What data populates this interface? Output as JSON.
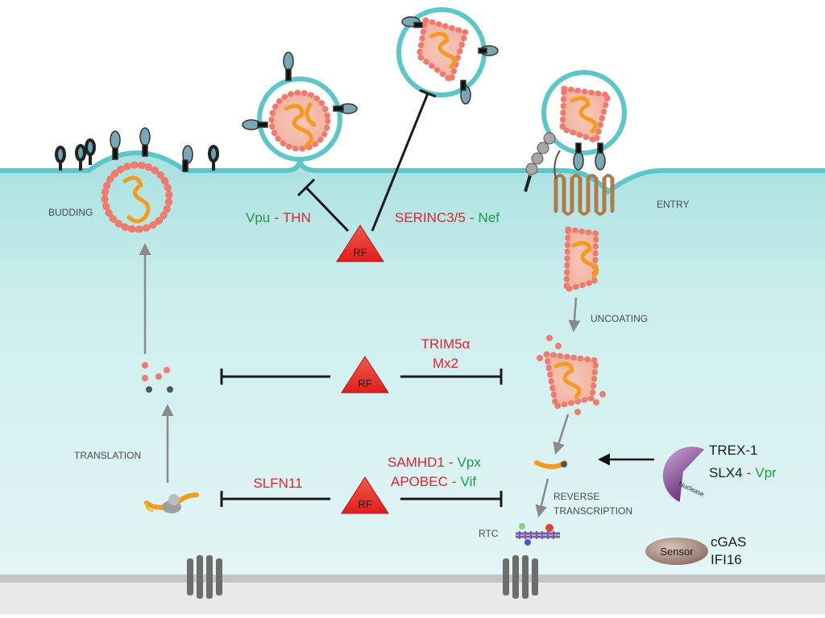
{
  "labels": {
    "budding": "BUDDING",
    "entry": "ENTRY",
    "uncoating": "UNCOATING",
    "translation": "TRANSLATION",
    "reverse_transcription_1": "REVERSE",
    "reverse_transcription_2": "TRANSCRIPTION",
    "rtc": "RTC"
  },
  "factors": {
    "vpu": "Vpu",
    "dash": "-",
    "thn": "THN",
    "serinc": "SERINC3/5",
    "nef": "Nef",
    "trim5a": "TRIM5α",
    "mx2": "Mx2",
    "slfn11": "SLFN11",
    "samhd1": "SAMHD1",
    "vpx": "Vpx",
    "apobec": "APOBEC",
    "vif": "Vif",
    "trex1": "TREX-1",
    "slx4": "SLX4",
    "vpr": "Vpr",
    "cgas": "cGAS",
    "ifi16": "IFI16"
  },
  "badges": {
    "rf": "RF",
    "nuclease": "Nuclease",
    "sensor": "Sensor"
  },
  "colors": {
    "cytoplasm": "#b9e6e6",
    "membrane": "#5cc6c8",
    "capsid": "#f07a6e",
    "rna": "#f59a1e",
    "restriction_red": "#e0242e",
    "viral_green": "#1f9a4a",
    "nuclease_purple": "#7b3f8c",
    "sensor_brown": "#a9897d"
  }
}
